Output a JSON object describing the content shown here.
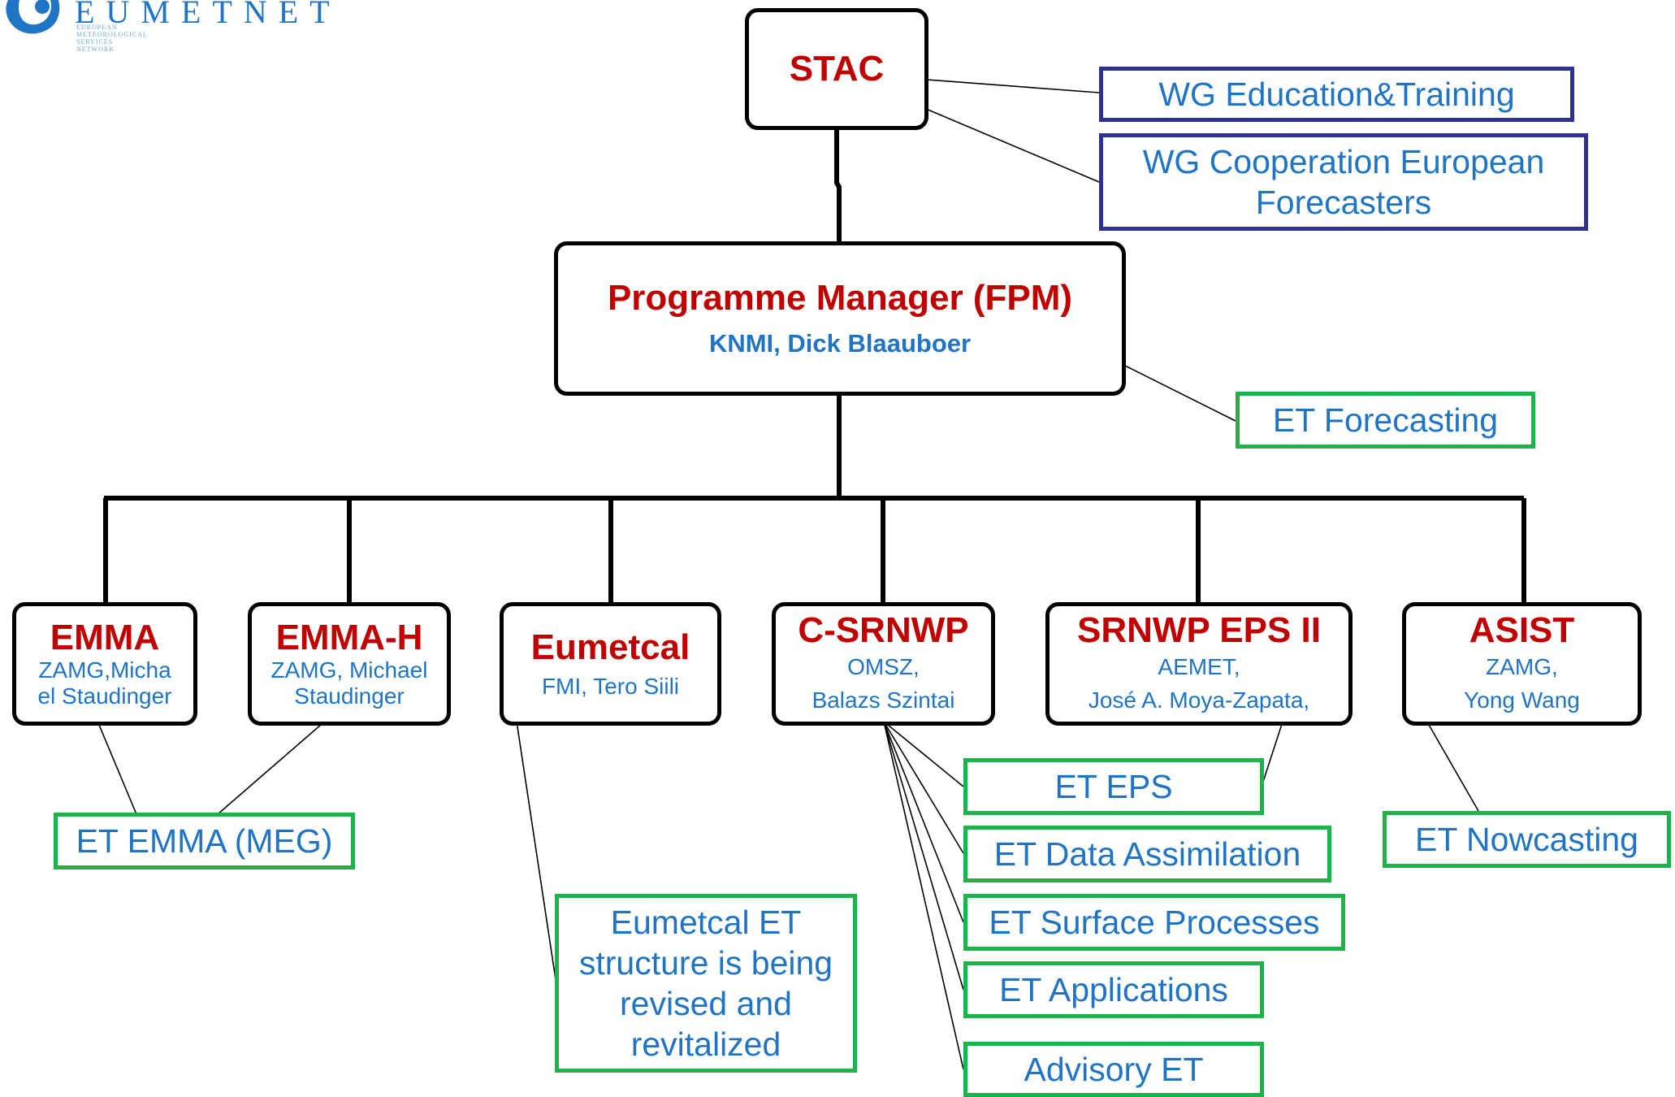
{
  "logo": {
    "name": "EUMETNET",
    "tagline": "EUROPEAN METEOROLOGICAL SERVICES NETWORK"
  },
  "org": {
    "stac": {
      "title": "STAC"
    },
    "fpm": {
      "title": "Programme Manager (FPM)",
      "sub": "KNMI, Dick Blaauboer"
    },
    "emma": {
      "title": "EMMA",
      "sub1": "ZAMG,Micha",
      "sub2": "el Staudinger"
    },
    "emma_h": {
      "title": "EMMA-H",
      "sub1": "ZAMG, Michael",
      "sub2": "Staudinger"
    },
    "eumetcal": {
      "title": "Eumetcal",
      "sub": "FMI, Tero Siili"
    },
    "csrnwp": {
      "title": "C-SRNWP",
      "sub1": "OMSZ,",
      "sub2": "Balazs Szintai"
    },
    "srnwp_eps": {
      "title": "SRNWP EPS II",
      "sub1": "AEMET,",
      "sub2": "José A. Moya-Zapata,"
    },
    "asist": {
      "title": "ASIST",
      "sub1": "ZAMG,",
      "sub2": "Yong Wang"
    }
  },
  "working_groups": {
    "education": "WG Education&Training",
    "cooperation_1": "WG Cooperation European",
    "cooperation_2": "Forecasters"
  },
  "expert_teams": {
    "forecasting": "ET Forecasting",
    "emma": "ET EMMA (MEG)",
    "eumetcal_1": "Eumetcal ET",
    "eumetcal_2": "structure is being",
    "eumetcal_3": "revised and",
    "eumetcal_4": "revitalized",
    "eps": "ET EPS",
    "data_assimilation": "ET Data Assimilation",
    "surface_processes": "ET Surface Processes",
    "applications": "ET Applications",
    "advisory": "Advisory ET",
    "nowcasting": "ET Nowcasting"
  },
  "colors": {
    "title_red": "#c00000",
    "text_blue": "#1f74c6",
    "wg_border": "#2e3192",
    "et_border": "#1fb24a",
    "org_border": "#000000"
  }
}
